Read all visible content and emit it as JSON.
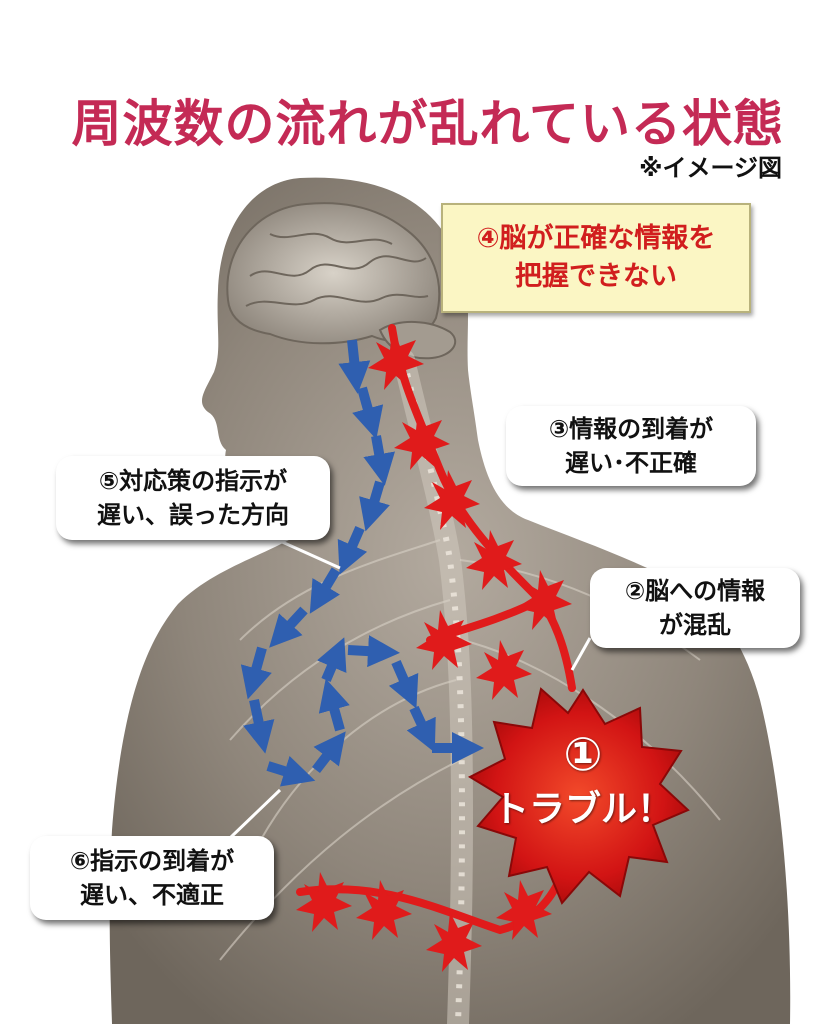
{
  "title": "周波数の流れが乱れている状態",
  "subtitle": "※イメージ図",
  "brain_box": {
    "line1": "④脳が正確な情報を",
    "line2": "把握できない"
  },
  "callouts": {
    "c3": {
      "line1": "③情報の到着が",
      "line2": "遅い･不正確"
    },
    "c2": {
      "line1": "②脳への情報",
      "line2": "が混乱"
    },
    "c5": {
      "line1": "⑤対応策の指示が",
      "line2": "遅い、誤った方向"
    },
    "c6": {
      "line1": "⑥指示の到着が",
      "line2": "遅い、不適正"
    }
  },
  "trouble": {
    "number": "①",
    "label": "トラブル！"
  },
  "colors": {
    "title": "#c42a55",
    "alert_red": "#e01b1b",
    "command_blue": "#2f5fb0",
    "box_yellow": "#fbf6c4",
    "body_silhouette": "#8e857a"
  },
  "icons": [
    "brain-icon",
    "nerve-burst-icon",
    "signal-arrow-icon",
    "trouble-burst-icon"
  ]
}
